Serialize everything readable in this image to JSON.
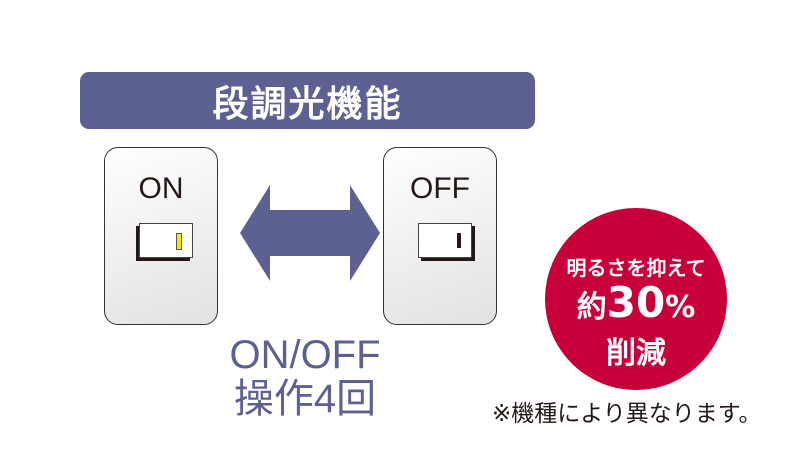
{
  "banner": {
    "title": "段調光機能"
  },
  "switches": {
    "on": {
      "label": "ON",
      "indicator_color": "#ffe600"
    },
    "off": {
      "label": "OFF",
      "indicator_color": "#231815"
    }
  },
  "arrow": {
    "icon": "double-arrow-icon",
    "color": "#5d6192"
  },
  "caption": {
    "line1": "ON/OFF",
    "line2": "操作4回"
  },
  "badge": {
    "line1": "明るさを抑えて",
    "prefix": "約",
    "value": "30",
    "unit": "%",
    "line3": "削減",
    "color": "#c8003a"
  },
  "note": "※機種により異なります。",
  "colors": {
    "brand": "#5d6192",
    "accent": "#c8003a"
  }
}
